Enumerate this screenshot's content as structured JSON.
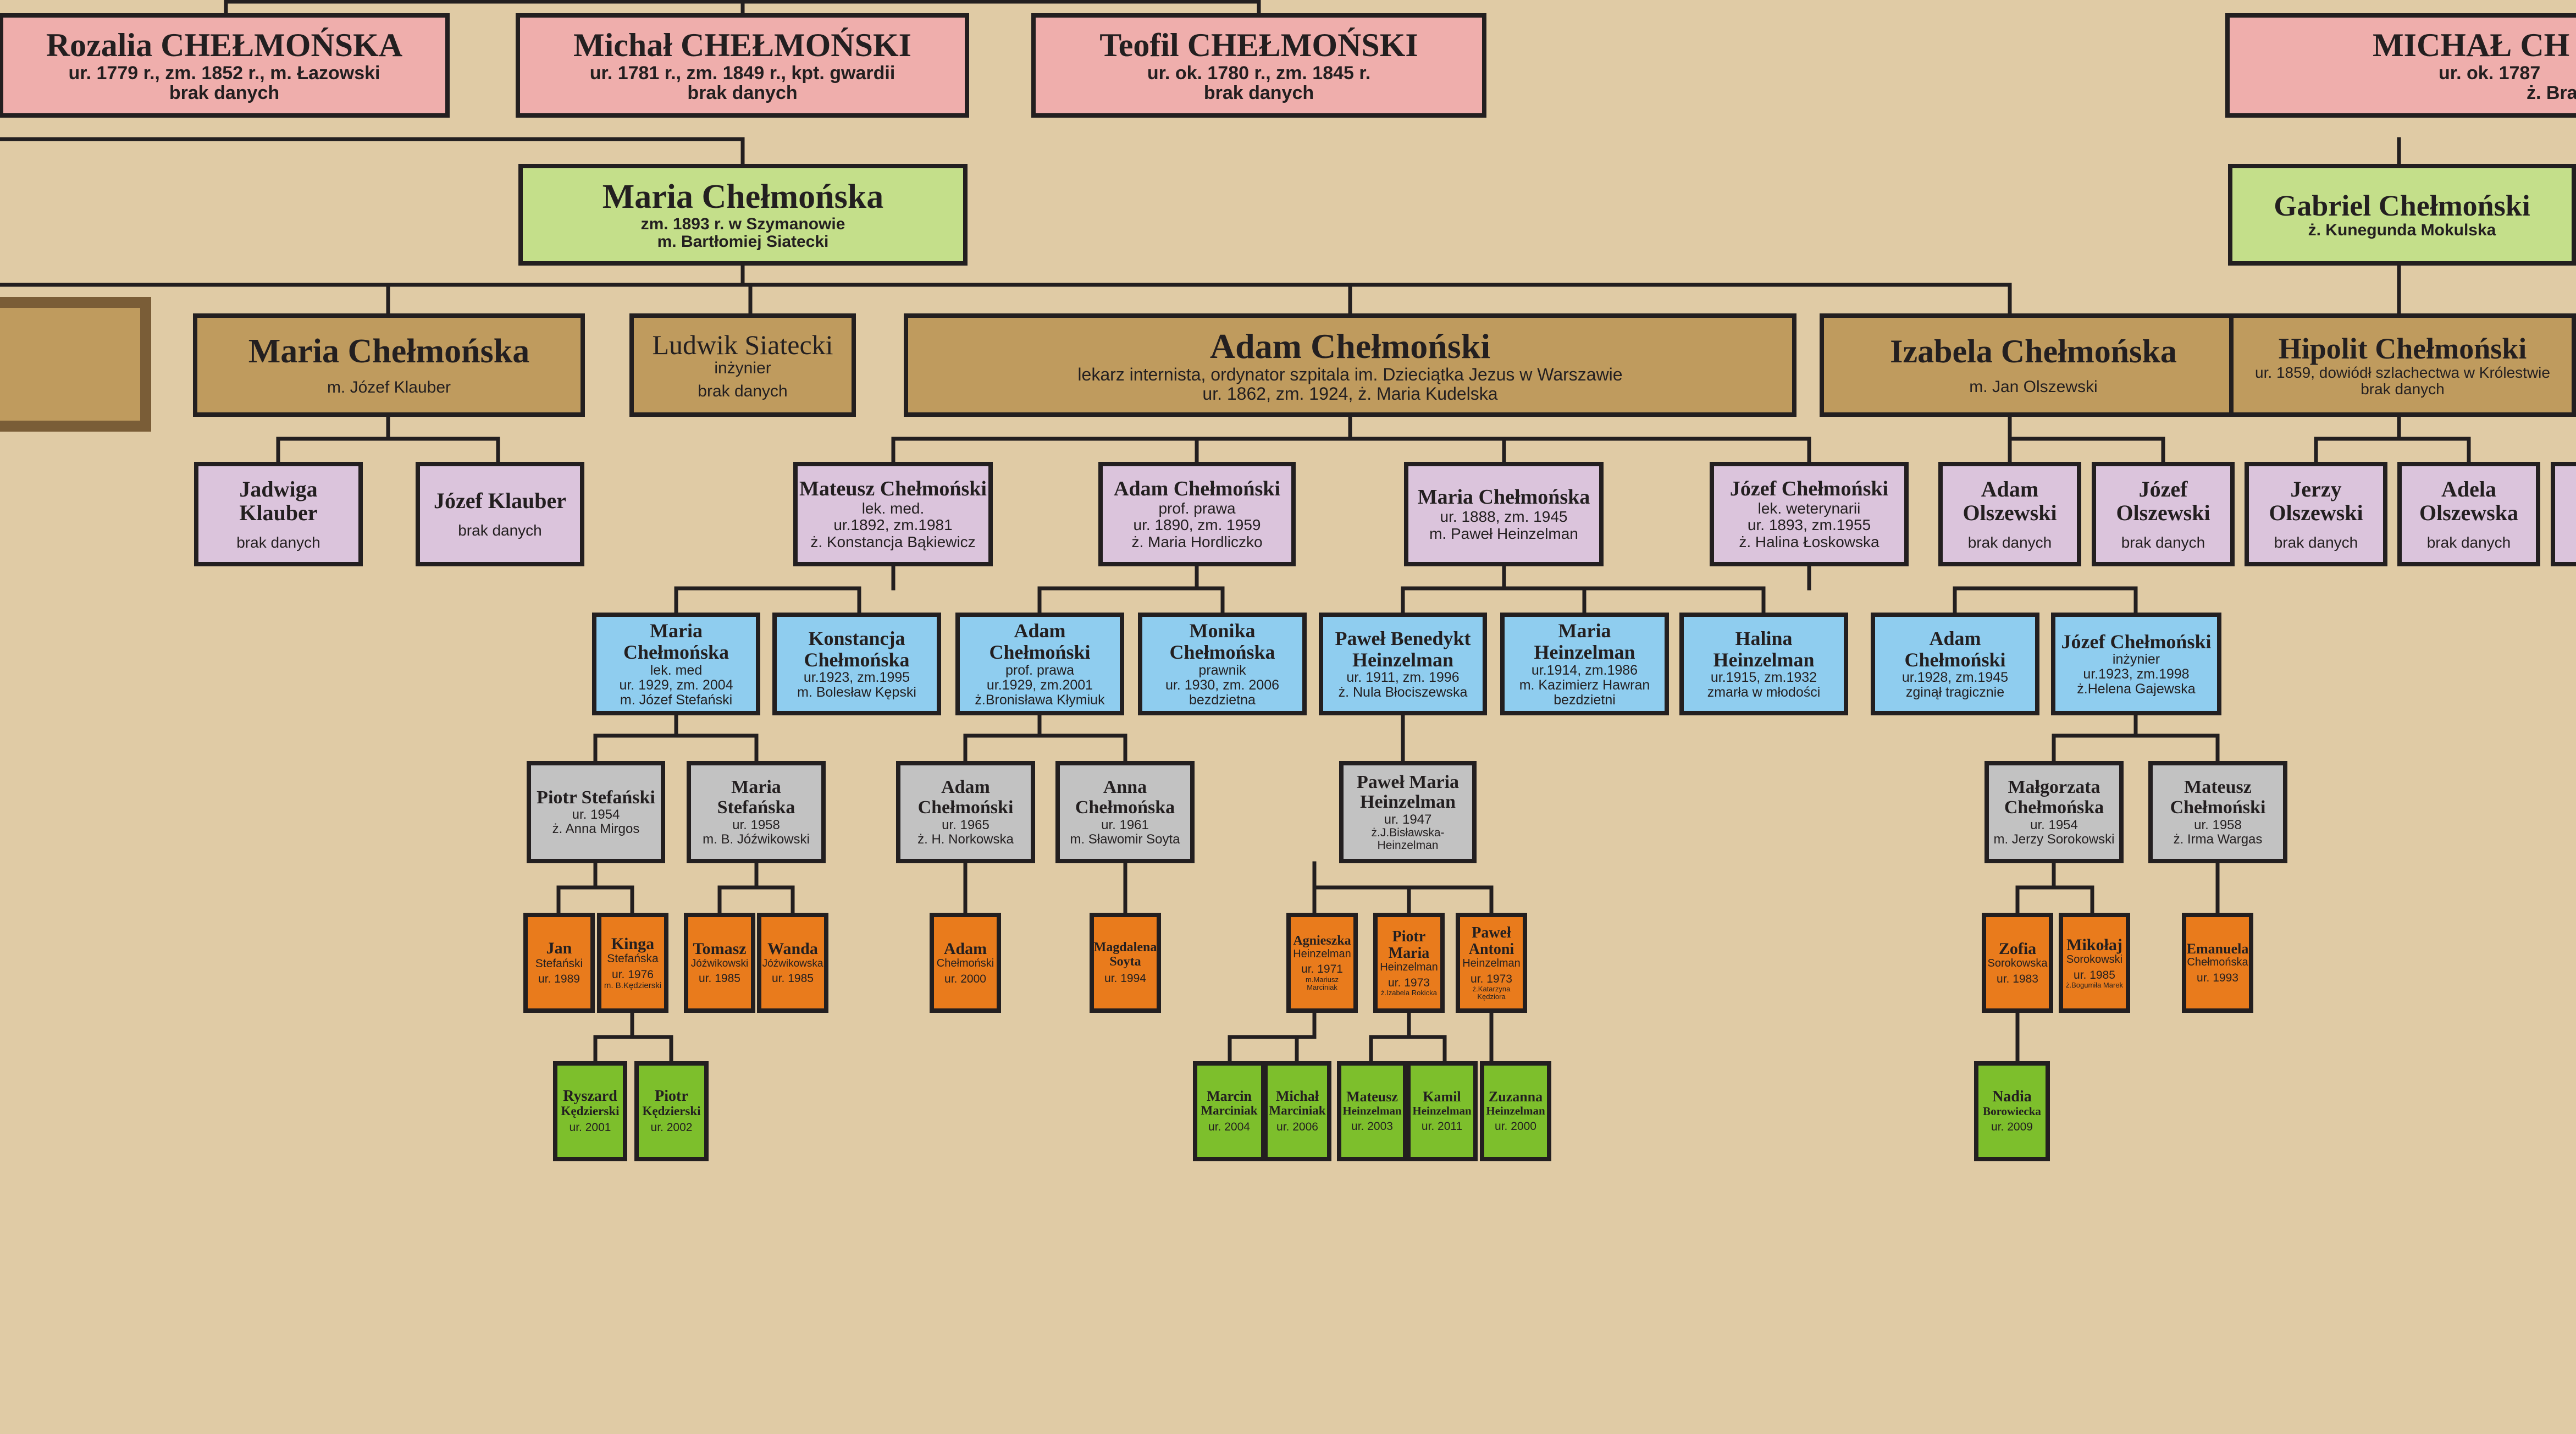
{
  "colors": {
    "background": "#e0cba5",
    "ancestor": "#efaeac",
    "branch_head": "#c4df8a",
    "children": "#bf9b5e",
    "grandchildren": "#dbc4dc",
    "gen4": "#8fcdef",
    "gen5": "#c2c2c2",
    "gen6": "#e97b1c",
    "gen7": "#7dbf2c",
    "lines": "#231f20"
  },
  "people": {
    "rozalia": {
      "name": "Rozalia CHEŁMOŃSKA",
      "lines": [
        "ur. 1779 r., zm. 1852 r.,  m. Łazowski",
        "brak danych"
      ]
    },
    "michal1781": {
      "name": "Michał CHEŁMOŃSKI",
      "lines": [
        "ur. 1781 r., zm. 1849 r.,  kpt. gwardii",
        "brak danych"
      ]
    },
    "teofil": {
      "name": "Teofil CHEŁMOŃSKI",
      "lines": [
        "ur. ok. 1780 r., zm. 1845 r.",
        "brak danych"
      ]
    },
    "michal1787": {
      "name": "MICHAŁ CH",
      "lines": [
        "ur. ok. 1787",
        "ż. Bra"
      ]
    },
    "maria_siatecka": {
      "name": "Maria Chełmońska",
      "lines": [
        "zm. 1893 r. w Szymanowie",
        "m. Bartłomiej Siatecki"
      ]
    },
    "gabriel": {
      "name": "Gabriel Chełmoński",
      "lines": [
        "ż. Kunegunda Mokulska"
      ]
    },
    "maria_klauber": {
      "name": "Maria Chełmońska",
      "lines": [
        "m. Józef Klauber"
      ]
    },
    "ludwik": {
      "name": "Ludwik Siatecki",
      "lines": [
        "inżynier",
        "brak danych"
      ]
    },
    "adam1862": {
      "name": "Adam Chełmoński",
      "lines": [
        "lekarz internista, ordynator szpitala im. Dzieciątka Jezus w Warszawie",
        "ur. 1862, zm. 1924,  ż. Maria Kudelska"
      ]
    },
    "izabela": {
      "name": "Izabela Chełmońska",
      "lines": [
        "m. Jan Olszewski"
      ]
    },
    "hipolit": {
      "name": "Hipolit Chełmoński",
      "lines": [
        "ur. 1859, dowiódł szlachectwa w Królestwie",
        "brak danych"
      ]
    },
    "jadwiga": {
      "name": "Jadwiga Klauber",
      "lines": [
        "brak danych"
      ]
    },
    "jozef_klauber": {
      "name": "Józef Klauber",
      "lines": [
        "brak danych"
      ]
    },
    "mateusz1892": {
      "name": "Mateusz Chełmoński",
      "lines": [
        "lek. med.",
        "ur.1892, zm.1981",
        "ż. Konstancja Bąkiewicz"
      ]
    },
    "adam1890": {
      "name": "Adam Chełmoński",
      "lines": [
        "prof. prawa",
        "ur. 1890, zm. 1959",
        "ż. Maria Hordliczko"
      ]
    },
    "maria1888": {
      "name": "Maria Chełmońska",
      "lines": [
        "ur. 1888, zm. 1945",
        "m. Paweł Heinzelman"
      ]
    },
    "jozef1893": {
      "name": "Józef Chełmoński",
      "lines": [
        "lek. weterynarii",
        "ur. 1893, zm.1955",
        "ż. Halina Łoskowska"
      ]
    },
    "adam_olszewski": {
      "name": "Adam Olszewski",
      "lines": [
        "brak danych"
      ]
    },
    "jozef_olszewski": {
      "name": "Józef Olszewski",
      "lines": [
        "brak danych"
      ]
    },
    "jerzy_olszewski": {
      "name": "Jerzy Olszewski",
      "lines": [
        "brak danych"
      ]
    },
    "adela_olszewska": {
      "name": "Adela Olszewska",
      "lines": [
        "brak danych"
      ]
    },
    "maria1929": {
      "name": "Maria Chełmońska",
      "lines": [
        "lek. med",
        "ur. 1929, zm. 2004",
        "m. Józef Stefański"
      ]
    },
    "konstancja1923": {
      "name": "Konstancja Chełmońska",
      "lines": [
        "ur.1923, zm.1995",
        "m. Bolesław Kępski"
      ]
    },
    "adam1929": {
      "name": "Adam Chełmoński",
      "lines": [
        "prof. prawa",
        "ur.1929, zm.2001",
        "ż.Bronisława Kłymiuk"
      ]
    },
    "monika": {
      "name": "Monika Chełmońska",
      "lines": [
        "prawnik",
        "ur. 1930, zm. 2006",
        "bezdzietna"
      ]
    },
    "pawel_benedykt": {
      "name": "Paweł Benedykt Heinzelman",
      "lines": [
        "ur. 1911, zm. 1996",
        "ż. Nula Błociszewska"
      ]
    },
    "maria_heinzelman": {
      "name": "Maria Heinzelman",
      "lines": [
        "ur.1914, zm.1986",
        "m. Kazimierz Hawran",
        "bezdzietni"
      ]
    },
    "halina": {
      "name": "Halina Heinzelman",
      "lines": [
        "ur.1915, zm.1932",
        "zmarła w młodości"
      ]
    },
    "adam1928": {
      "name": "Adam Chełmoński",
      "lines": [
        "ur.1928, zm.1945",
        "zginął tragicznie"
      ]
    },
    "jozef1923": {
      "name": "Józef Chełmoński",
      "lines": [
        "inżynier",
        "ur.1923, zm.1998",
        "ż.Helena Gajewska"
      ]
    },
    "piotr_stefanski": {
      "name": "Piotr Stefański",
      "lines": [
        "ur. 1954",
        "ż. Anna Mirgos"
      ]
    },
    "maria_stefanska": {
      "name": "Maria Stefańska",
      "lines": [
        "ur. 1958",
        "m. B. Jóźwikowski"
      ]
    },
    "adam1965": {
      "name": "Adam Chełmoński",
      "lines": [
        "ur. 1965",
        "ż. H. Norkowska"
      ]
    },
    "anna1961": {
      "name": "Anna Chełmońska",
      "lines": [
        "ur. 1961",
        "m. Sławomir Soyta"
      ]
    },
    "pawel_maria": {
      "name": "Paweł Maria Heinzelman",
      "lines": [
        "ur. 1947",
        "ż.J.Bisławska-Heinzelman"
      ]
    },
    "malgorzata": {
      "name": "Małgorzata Chełmońska",
      "lines": [
        "ur. 1954",
        "m. Jerzy Sorokowski"
      ]
    },
    "mateusz1958": {
      "name": "Mateusz Chełmoński",
      "lines": [
        "ur. 1958",
        "ż. Irma Wargas"
      ]
    },
    "jan_stefanski": {
      "name": "Jan",
      "lines": [
        "Stefański",
        "ur. 1989"
      ]
    },
    "kinga": {
      "name": "Kinga",
      "lines": [
        "Stefańska",
        "ur. 1976",
        "m. B.Kędzierski"
      ]
    },
    "tomasz": {
      "name": "Tomasz",
      "lines": [
        "Jóźwikowski",
        "ur. 1985"
      ]
    },
    "wanda": {
      "name": "Wanda",
      "lines": [
        "Jóźwikowska",
        "ur. 1985"
      ]
    },
    "adam2000": {
      "name": "Adam",
      "lines": [
        "Chełmoński",
        "ur. 2000"
      ]
    },
    "magdalena": {
      "name": "Magdalena Soyta",
      "lines": [
        "ur. 1994"
      ]
    },
    "agnieszka": {
      "name": "Agnieszka",
      "lines": [
        "Heinzelman",
        "ur. 1971",
        "m.Mariusz Marciniak"
      ]
    },
    "piotr_maria": {
      "name": "Piotr Maria",
      "lines": [
        "Heinzelman",
        "ur. 1973",
        "ż.Izabela Rokicka"
      ]
    },
    "pawel_antoni": {
      "name": "Paweł Antoni",
      "lines": [
        "Heinzelman",
        "ur. 1973",
        "ż.Katarzyna Kędziora"
      ]
    },
    "zofia": {
      "name": "Zofia",
      "lines": [
        "Sorokowska",
        "ur. 1983"
      ]
    },
    "mikolaj": {
      "name": "Mikołaj",
      "lines": [
        "Sorokowski",
        "ur. 1985",
        "ż.Bogumiła Marek"
      ]
    },
    "emanuela": {
      "name": "Emanuela",
      "lines": [
        "Chełmońska",
        "ur. 1993"
      ]
    },
    "ryszard": {
      "name": "Ryszard",
      "lines": [
        "Kędzierski",
        "ur. 2001"
      ]
    },
    "piotr_kedzierski": {
      "name": "Piotr",
      "lines": [
        "Kędzierski",
        "ur. 2002"
      ]
    },
    "marcin": {
      "name": "Marcin",
      "lines": [
        "Marciniak",
        "ur. 2004"
      ]
    },
    "michal2006": {
      "name": "Michał",
      "lines": [
        "Marciniak",
        "ur. 2006"
      ]
    },
    "mateusz2003": {
      "name": "Mateusz",
      "lines": [
        "Heinzelman",
        "ur. 2003"
      ]
    },
    "kamil": {
      "name": "Kamil",
      "lines": [
        "Heinzelman",
        "ur. 2011"
      ]
    },
    "zuzanna": {
      "name": "Zuzanna",
      "lines": [
        "Heinzelman",
        "ur. 2000"
      ]
    },
    "nadia": {
      "name": "Nadia",
      "lines": [
        "Borowiecka",
        "ur. 2009"
      ]
    }
  }
}
